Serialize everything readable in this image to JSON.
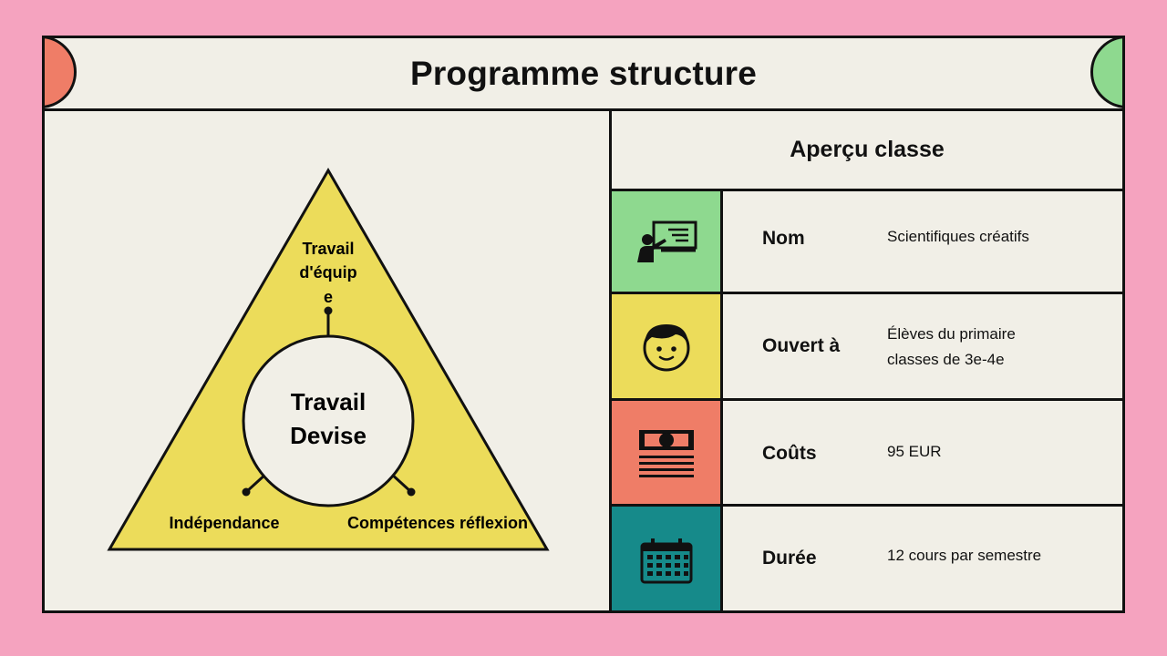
{
  "title": "Programme structure",
  "colors": {
    "background": "#f5a3bf",
    "panel": "#f1efe7",
    "triangle": "#ecdc5a",
    "green": "#8ed98f",
    "yellow": "#ecdc5a",
    "red": "#ef7d67",
    "teal": "#168a8a"
  },
  "diagram": {
    "center": [
      "Travail",
      "Devise"
    ],
    "top": [
      "Travail",
      "d'équip",
      "e"
    ],
    "left": "Indépendance",
    "right": "Compétences réflexion"
  },
  "overview": {
    "heading": "Aperçu classe",
    "rows": [
      {
        "icon": "teacher-board-icon",
        "color": "green",
        "label": "Nom",
        "value": [
          "Scientifiques créatifs"
        ]
      },
      {
        "icon": "student-face-icon",
        "color": "yellow",
        "label": "Ouvert à",
        "value": [
          "Élèves du primaire",
          "classes de 3e-4e"
        ]
      },
      {
        "icon": "money-stack-icon",
        "color": "red",
        "label": "Coûts",
        "value": [
          "95 EUR"
        ]
      },
      {
        "icon": "calendar-icon",
        "color": "teal",
        "label": "Durée",
        "value": [
          "12 cours par semestre"
        ]
      }
    ]
  }
}
